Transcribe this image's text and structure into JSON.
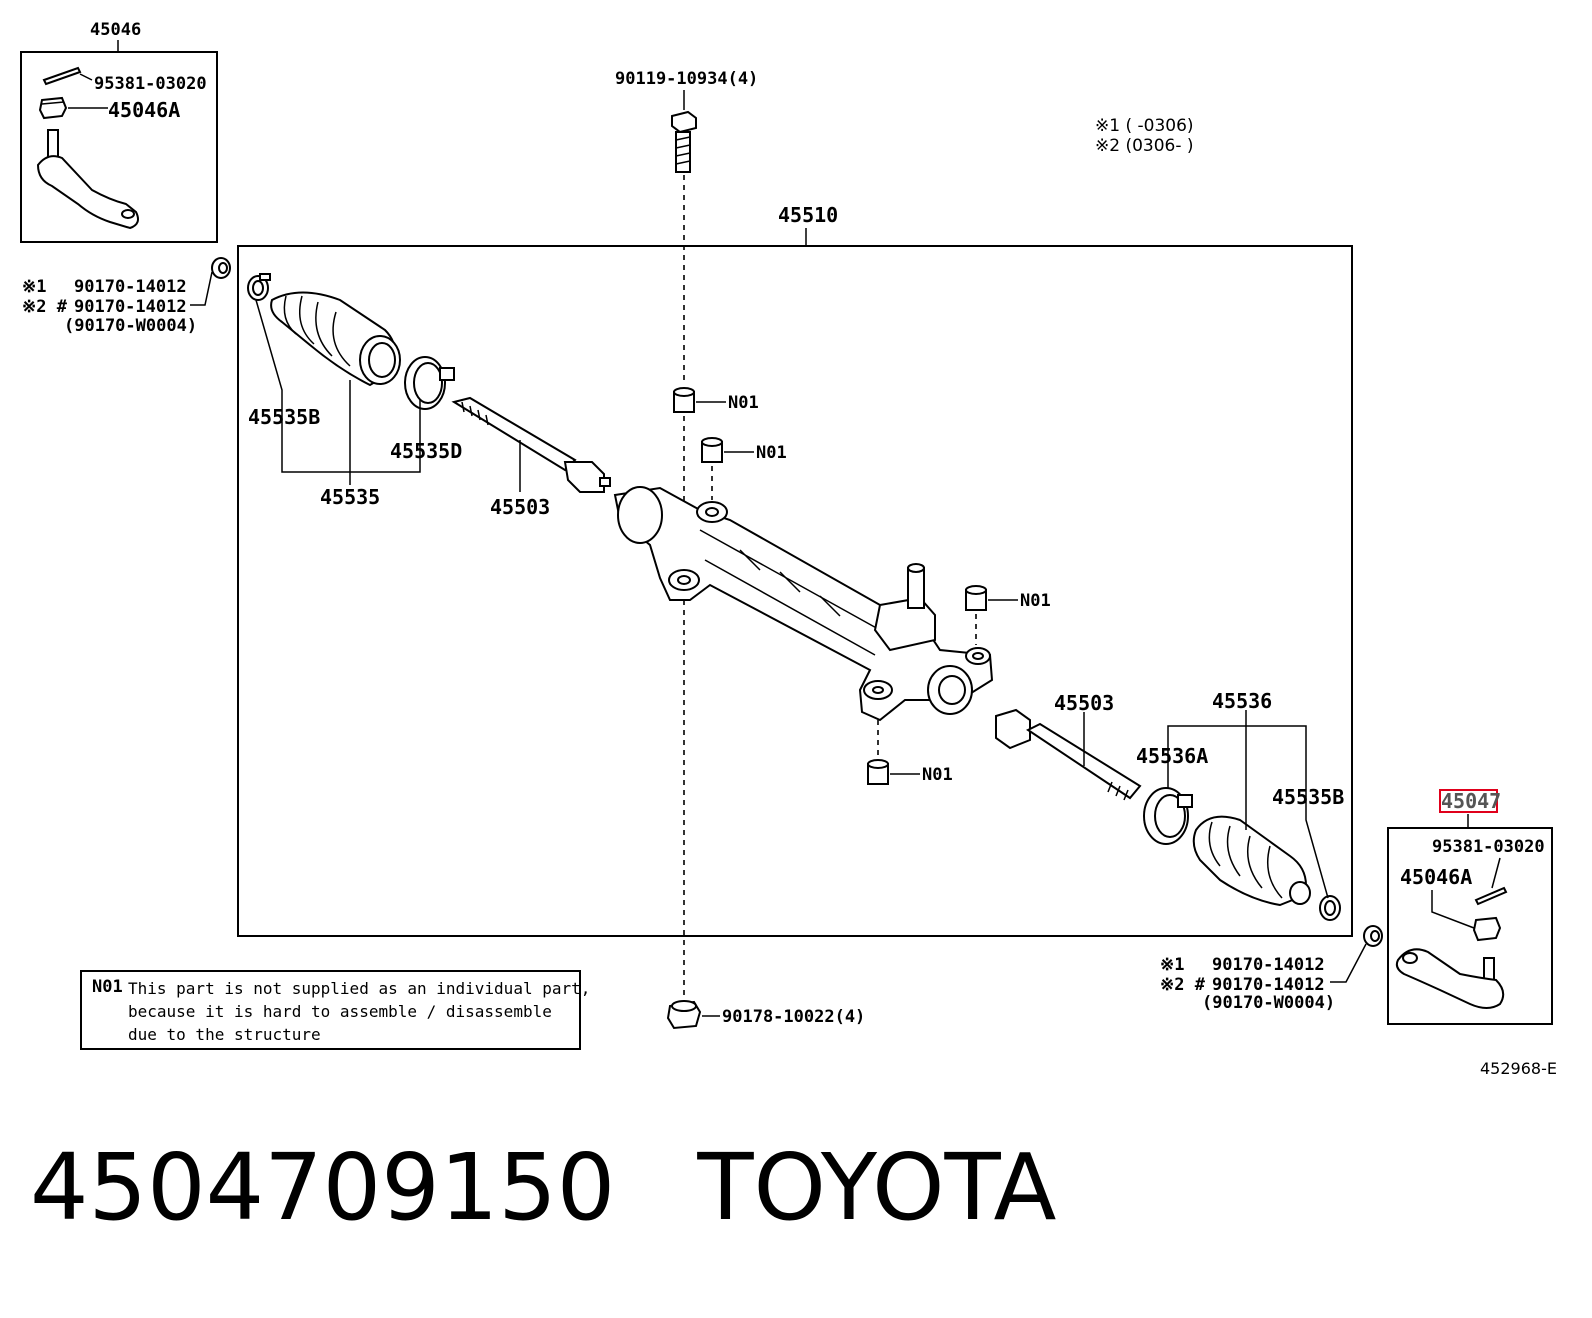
{
  "labels": {
    "l45046": "45046",
    "l95381_tl": "95381-03020",
    "l45046A_tl": "45046A",
    "l90119": "90119-10934(4)",
    "l45510": "45510",
    "note1": "※1 (      -0306)",
    "note2": "※2 (0306-       )",
    "left_x1": "※1",
    "left_x2": "※2 #",
    "left_p1": "90170-14012",
    "left_p2": "90170-14012",
    "left_p3": "(90170-W0004)",
    "l45535B_left": "45535B",
    "l45535D": "45535D",
    "l45535": "45535",
    "l45503_left": "45503",
    "n01_a": "N01",
    "n01_b": "N01",
    "n01_c": "N01",
    "n01_d": "N01",
    "l45503_right": "45503",
    "l45536": "45536",
    "l45536A": "45536A",
    "l45535B_right": "45535B",
    "l45047": "45047",
    "l95381_br": "95381-03020",
    "l45046A_br": "45046A",
    "right_x1": "※1",
    "right_x2": "※2 #",
    "right_p1": "90170-14012",
    "right_p2": "90170-14012",
    "right_p3": "(90170-W0004)",
    "l90178": "90178-10022(4)",
    "n01_note_code": "N01",
    "n01_note_1": "This part is not supplied as an individual part,",
    "n01_note_2": "because it is hard to assemble / disassemble",
    "n01_note_3": "due to the structure",
    "ref": "452968-E"
  },
  "highlight": {
    "color": "#e0001b",
    "part": "45047"
  },
  "footer": {
    "part_number": "4504709150",
    "brand": "TOYOTA"
  }
}
